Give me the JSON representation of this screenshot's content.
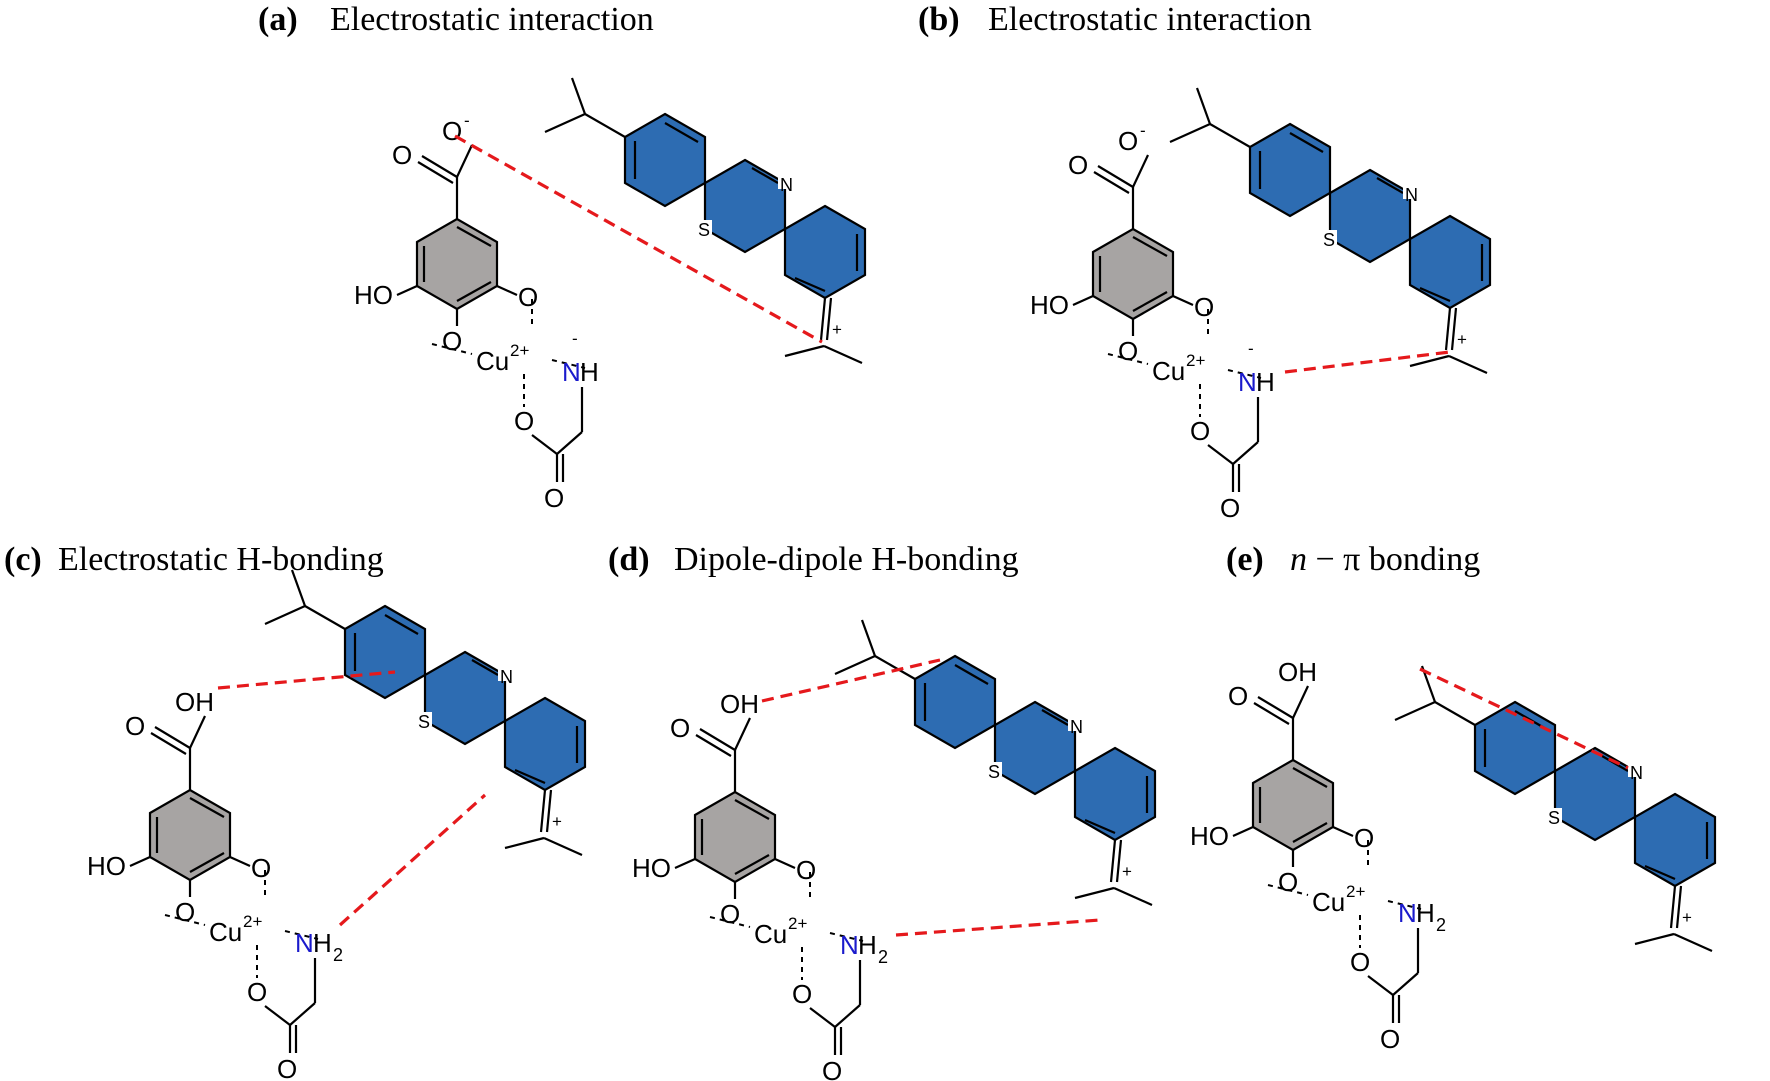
{
  "panels": [
    {
      "tag": "(a)",
      "title": "Electrostatic interaction"
    },
    {
      "tag": "(b)",
      "title": "Electrostatic interaction"
    },
    {
      "tag": "(c)",
      "title": "Electrostatic H-bonding"
    },
    {
      "tag": "(d)",
      "title": "Dipole-dipole H-bonding"
    },
    {
      "tag": "(e)",
      "title": "n − π bonding",
      "title_var": "n",
      "title_rest": " − π bonding"
    }
  ],
  "atoms": {
    "oxygen": "O",
    "hydroxyl": "HO",
    "acid_oh": "OH",
    "copper": "Cu",
    "copper_charge": "2+",
    "nitrogen": "N",
    "hydrogen": "H",
    "h_subscript": "2",
    "sulfur": "S",
    "minus": "-",
    "plus": "+"
  },
  "colors": {
    "gallate_ring": "#a7a4a3",
    "dye_rings": "#2d6cb2",
    "interaction_line": "#e5191c",
    "amine_nitrogen": "#1a1acc"
  }
}
